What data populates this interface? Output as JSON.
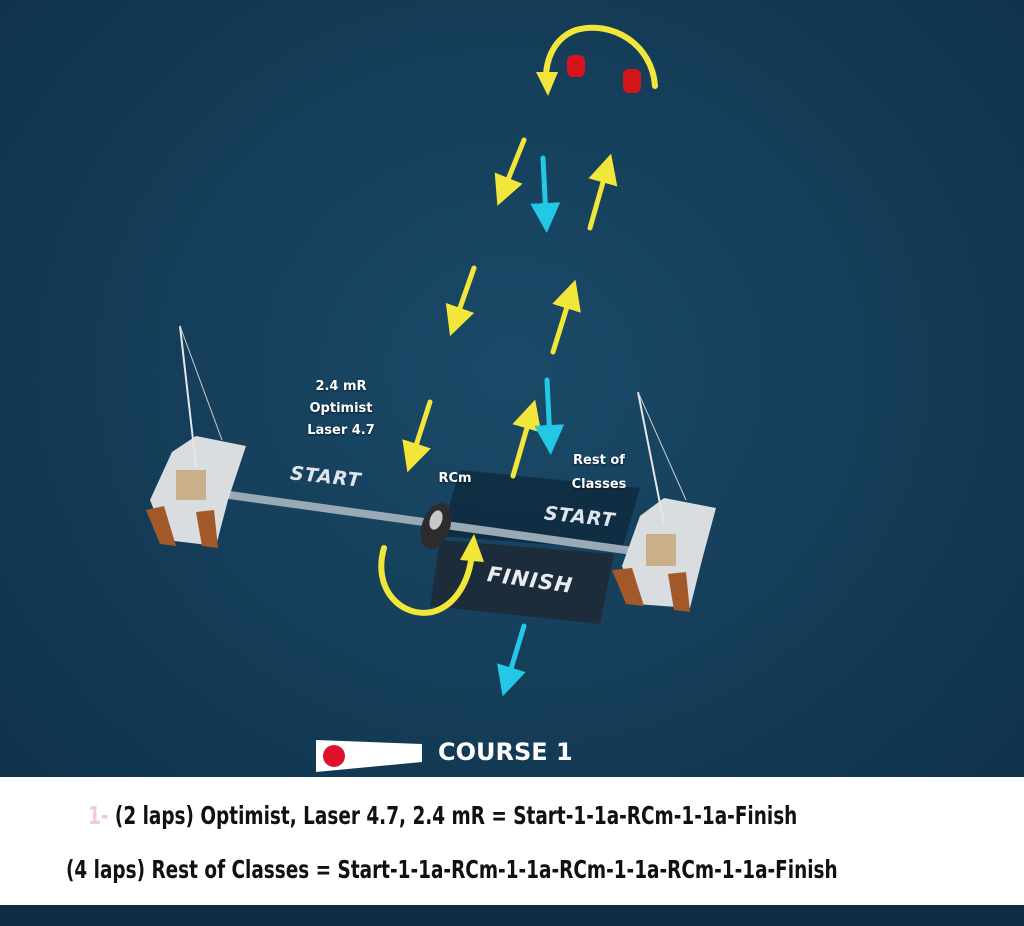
{
  "diagram": {
    "start_left_label": "START",
    "start_right_label": "START",
    "finish_label": "FINISH",
    "rcm_label": "RCm",
    "group_a_lines": [
      "2.4 mR",
      "Optimist",
      "Laser 4.7"
    ],
    "group_b_lines": [
      "Rest of",
      "Classes"
    ],
    "course_title": "COURSE 1",
    "colors": {
      "sea": "#123a55",
      "yellow_arrow": "#f3e63a",
      "cyan_arrow": "#22c8e6",
      "mark": "#d4151b",
      "flag_dot": "#e0102a"
    }
  },
  "caption": {
    "line1_prefix": "1-",
    "line1": "(2 laps) Optimist, Laser 4.7, 2.4 mR = Start-1-1a-RCm-1-1a-Finish",
    "line2": "(4 laps) Rest of Classes = Start-1-1a-RCm-1-1a-RCm-1-1a-RCm-1-1a-Finish"
  }
}
